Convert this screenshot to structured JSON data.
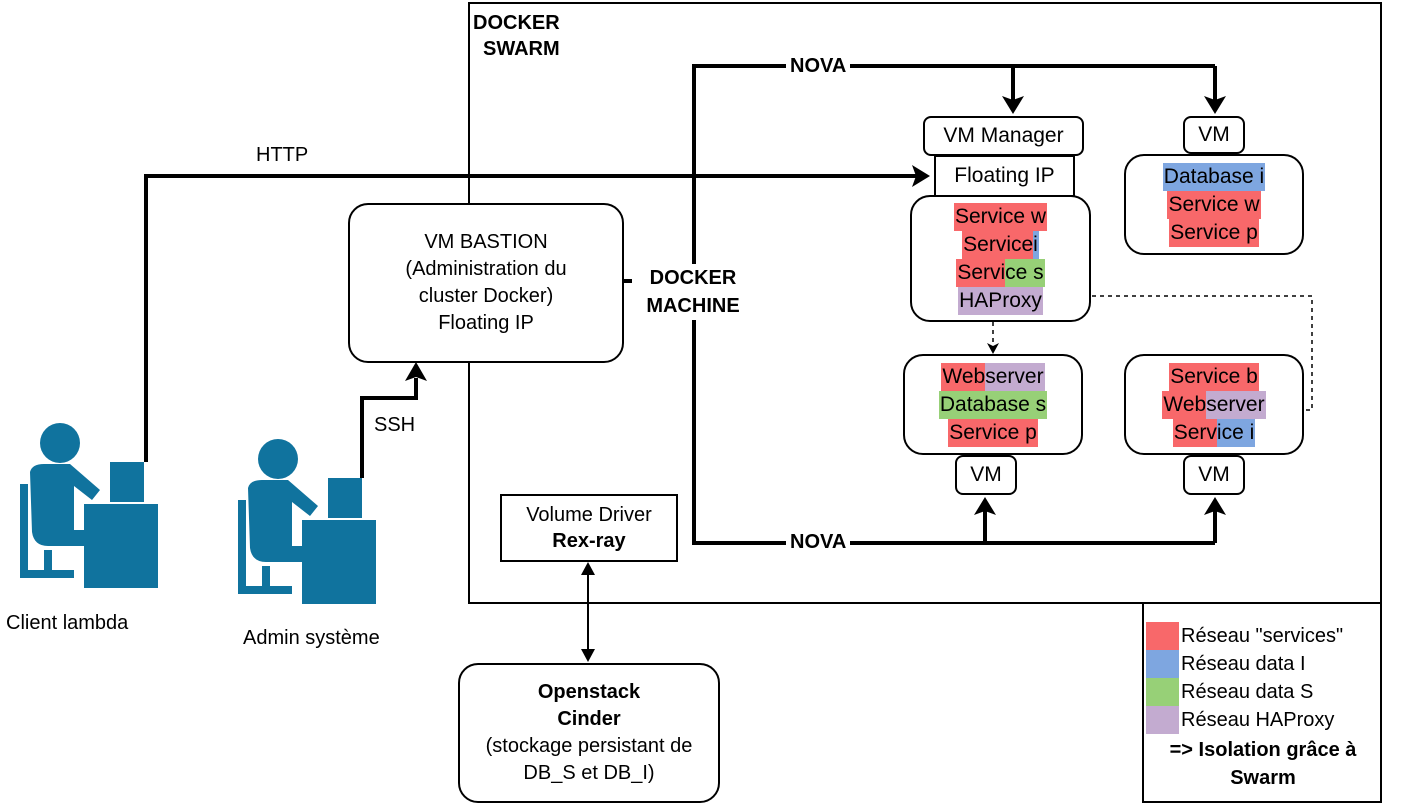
{
  "colors": {
    "services": "#f8686a",
    "data_i": "#7ea6e0",
    "data_s": "#97d077",
    "haproxy": "#c3abd0",
    "person": "#10739e"
  },
  "swarm": {
    "title_line1": "DOCKER",
    "title_line2": "SWARM"
  },
  "labels": {
    "http": "HTTP",
    "ssh": "SSH",
    "nova_top": "NOVA",
    "nova_bottom": "NOVA",
    "docker_machine_line1": "DOCKER",
    "docker_machine_line2": "MACHINE"
  },
  "bastion": {
    "line1": "VM BASTION",
    "line2": "(Administration du",
    "line3": "cluster Docker)",
    "line4": "Floating IP"
  },
  "vm_manager": {
    "title": "VM Manager",
    "floating_ip": "Floating IP"
  },
  "manager_services": [
    {
      "a": "Service w",
      "b": ""
    },
    {
      "a": "Service",
      "b": " i"
    },
    {
      "a": "Servi",
      "b": "ce s"
    },
    {
      "a": "HAProxy",
      "b": ""
    }
  ],
  "vm_top_right": {
    "title": "VM",
    "l1": "Database i",
    "l2": "Service w",
    "l3": "Service p"
  },
  "vm_bottom_mid": {
    "title": "VM",
    "l1a": "Web",
    "l1b": "server",
    "l2": "Database s",
    "l3": "Service p"
  },
  "vm_bottom_right": {
    "title": "VM",
    "l1": "Service b",
    "l2a": "Web",
    "l2b": "server",
    "l3a": "Serv",
    "l3b": "ice i"
  },
  "volume_driver": {
    "line1": "Volume Driver",
    "line2": "Rex-ray"
  },
  "cinder": {
    "line1": "Openstack",
    "line2": "Cinder",
    "line3": "(stockage persistant de",
    "line4": "DB_S et DB_I)"
  },
  "people": {
    "client": "Client lambda",
    "admin": "Admin système"
  },
  "legend": {
    "services": "Réseau \"services\"",
    "data_i": "Réseau data I",
    "data_s": "Réseau data S",
    "haproxy": "Réseau HAProxy",
    "note_line1": "=> Isolation grâce à",
    "note_line2": "Swarm"
  }
}
